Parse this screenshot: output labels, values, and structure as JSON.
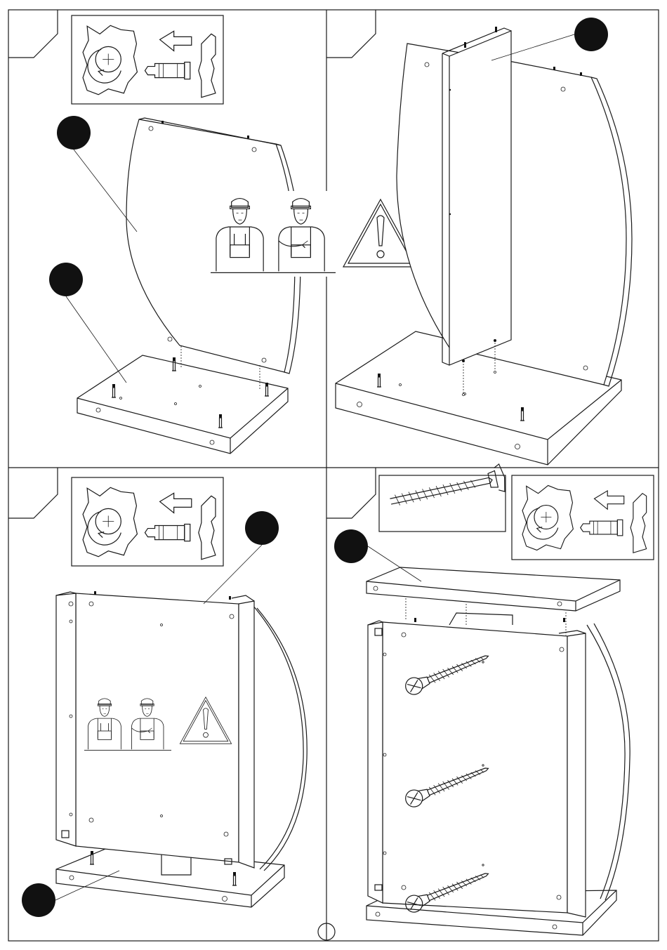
{
  "sheet": {
    "steps": [
      {
        "id": "step-1",
        "callouts": 2,
        "has_warning": true,
        "has_two_person_icon": true,
        "has_screw_detail": true
      },
      {
        "id": "step-2",
        "callouts": 1,
        "has_warning": true,
        "has_two_person_icon": false,
        "has_screw_detail": false
      },
      {
        "id": "step-3",
        "callouts": 2,
        "has_warning": true,
        "has_two_person_icon": true,
        "has_screw_detail": true
      },
      {
        "id": "step-4",
        "callouts": 1,
        "has_warning": false,
        "has_two_person_icon": false,
        "has_screw_detail": true
      }
    ]
  },
  "icons": {
    "warning": "warning-triangle-icon",
    "two_person": "two-person-assembly-icon",
    "screwdriver": "screwdriver-turn-icon",
    "confirmat": "confirmat-screw-icon",
    "cam_lock": "cam-lock-icon"
  },
  "colors": {
    "ink": "#1a1a1a",
    "callout_fill": "#111111",
    "paper": "#ffffff"
  }
}
